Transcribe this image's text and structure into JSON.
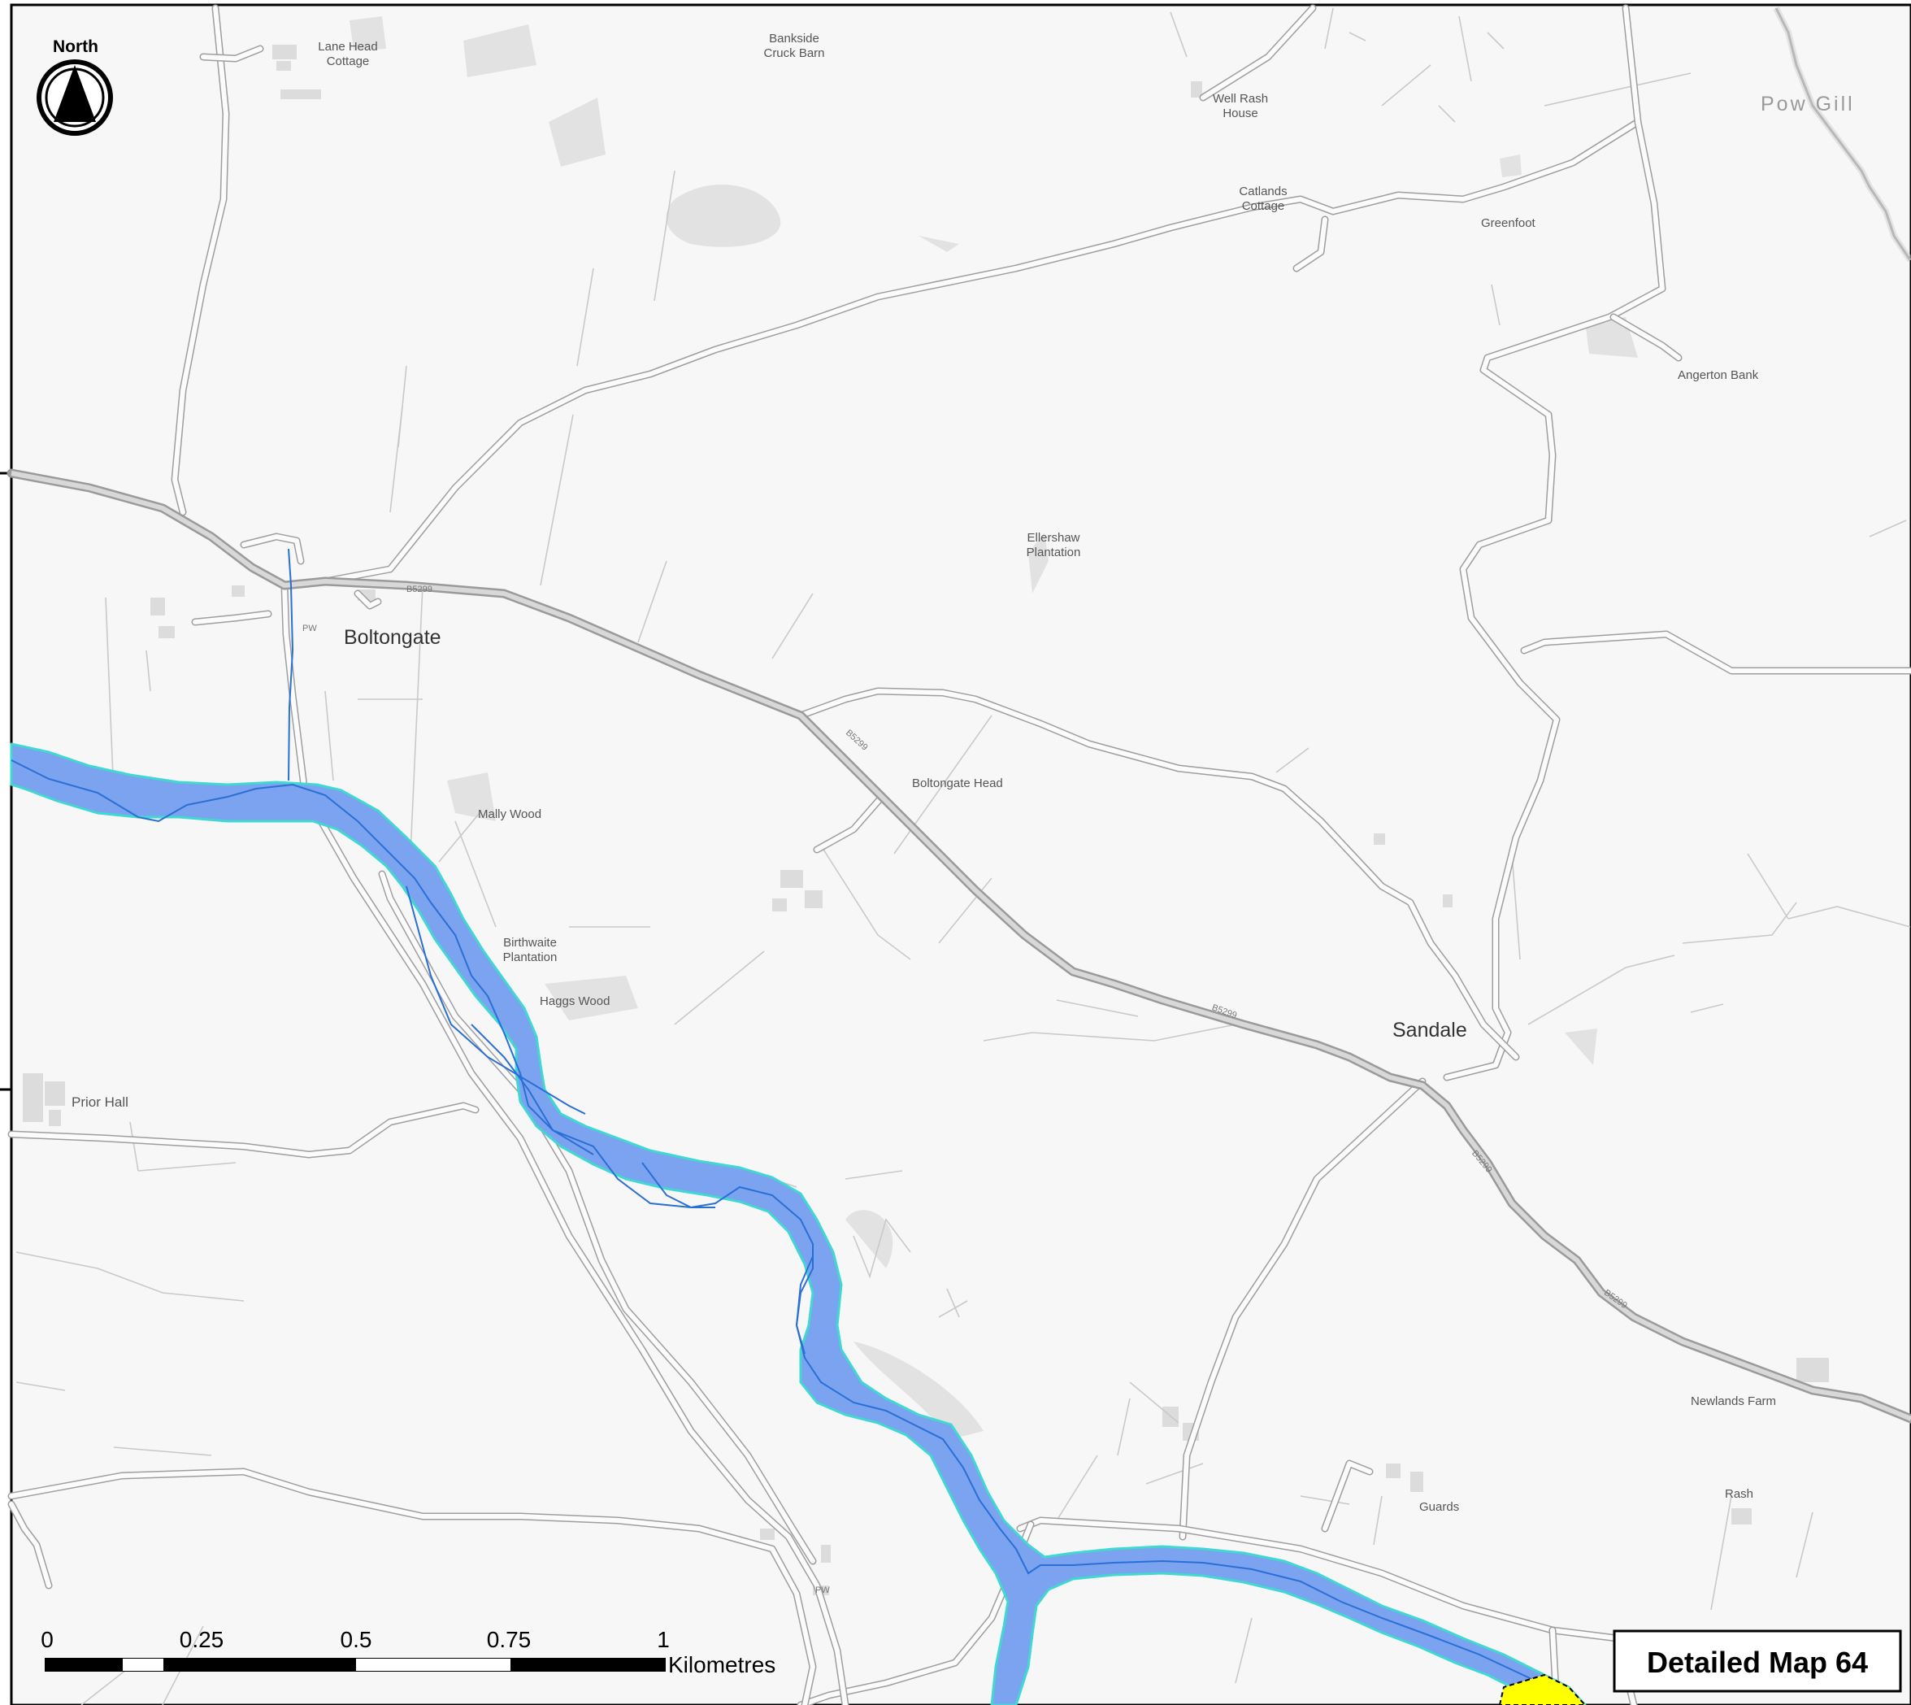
{
  "north_arrow": {
    "label": "North"
  },
  "places": {
    "boltongate": "Boltongate",
    "sandale": "Sandale",
    "prior_hall": "Prior Hall",
    "lane_head_1": "Lane Head",
    "lane_head_2": "Cottage",
    "bankside_1": "Bankside",
    "bankside_2": "Cruck Barn",
    "well_rash_1": "Well Rash",
    "well_rash_2": "House",
    "catlands_1": "Catlands",
    "catlands_2": "Cottage",
    "greenfoot": "Greenfoot",
    "angerton_bank": "Angerton Bank",
    "ellershaw_1": "Ellershaw",
    "ellershaw_2": "Plantation",
    "boltongate_head": "Boltongate Head",
    "mally_wood": "Mally Wood",
    "birthwaite_1": "Birthwaite",
    "birthwaite_2": "Plantation",
    "haggs_wood": "Haggs Wood",
    "newlands_farm": "Newlands Farm",
    "rash": "Rash",
    "guards": "Guards",
    "pow_gill": "Pow Gill",
    "pw_1": "PW",
    "pw_2": "PW"
  },
  "roads": {
    "b5299": "B5299"
  },
  "scale_bar": {
    "ticks": [
      "0",
      "0.25",
      "0.5",
      "0.75",
      "1"
    ],
    "unit": "Kilometres"
  },
  "map_title": "Detailed Map 64",
  "colors": {
    "flood_zone": "#7ba3f0",
    "flood_edge": "#40d8d0",
    "river_line": "#2a6fd6",
    "highlight": "#ffff00"
  }
}
